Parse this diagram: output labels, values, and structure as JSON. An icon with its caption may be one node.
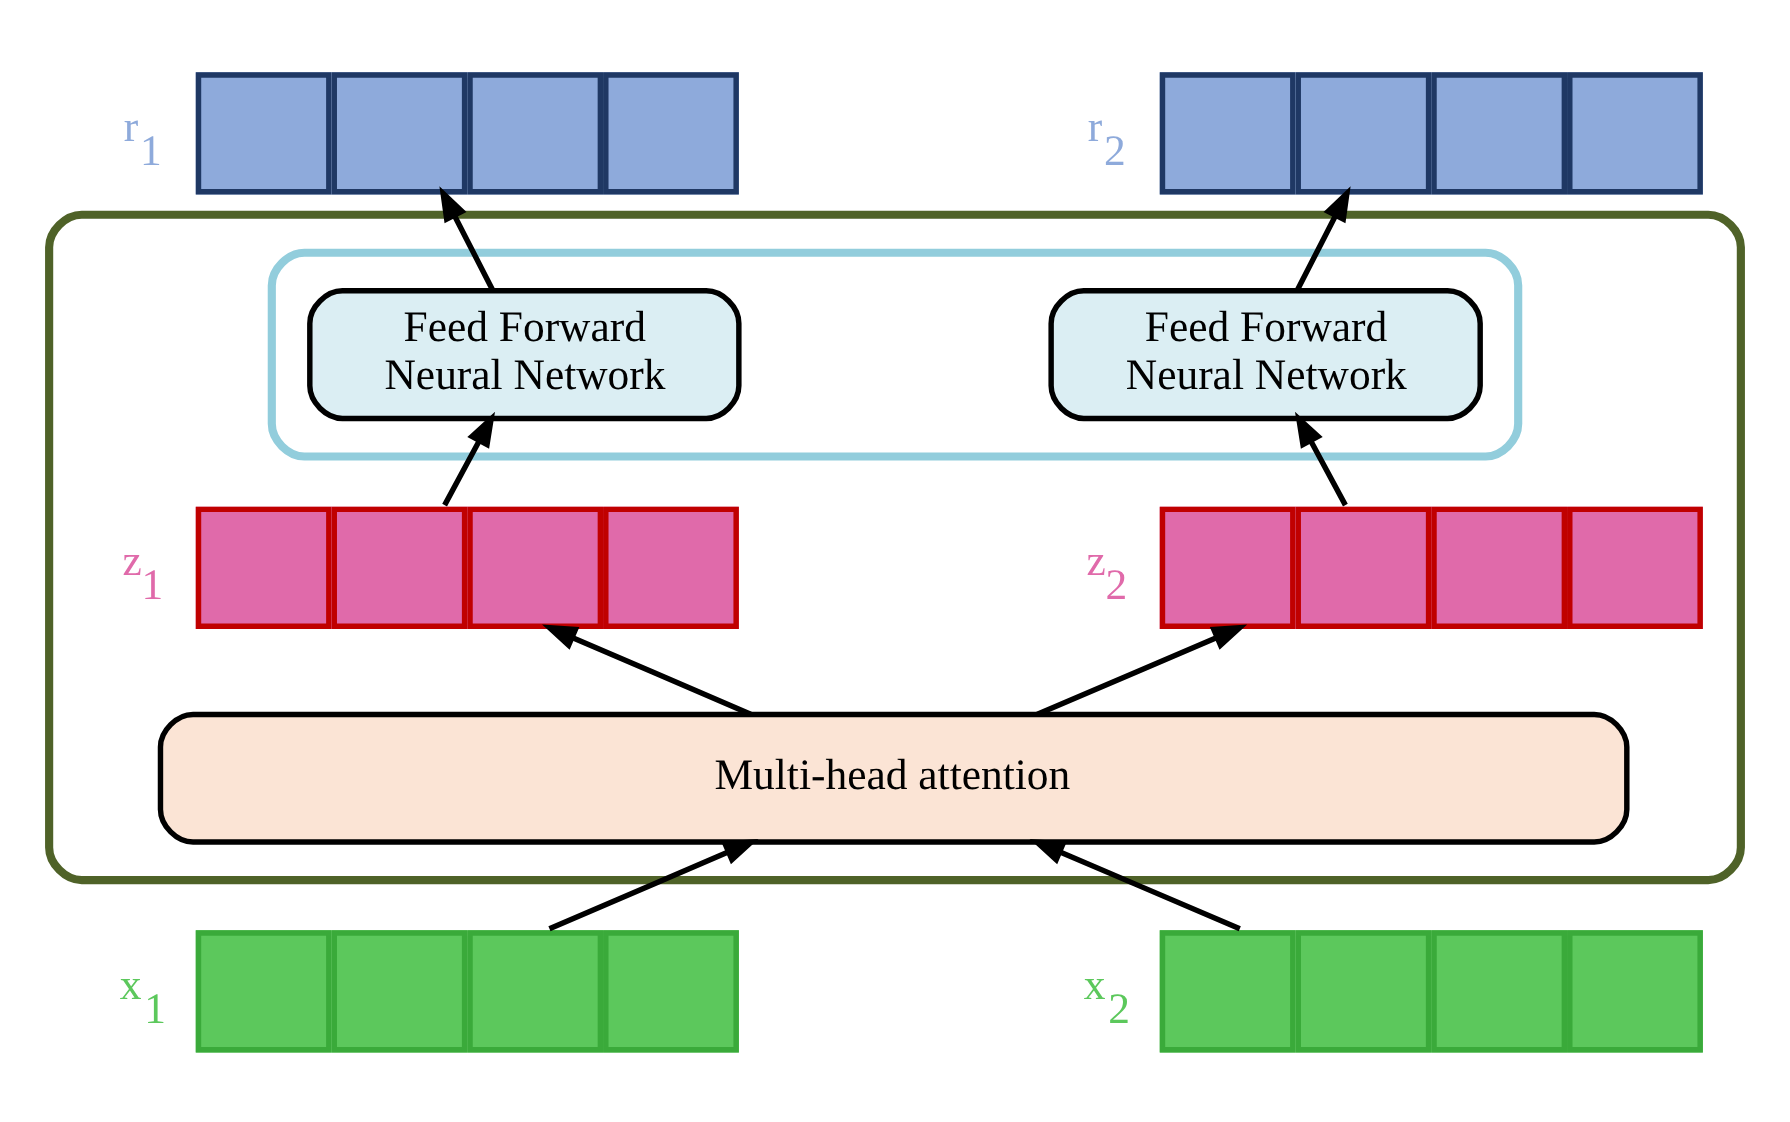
{
  "diagram": {
    "nodes": [
      {
        "text": [],
        "shape": "bar",
        "beside": [
          "r$_{1}$"
        ]
      },
      {
        "text": [],
        "shape": "bar",
        "beside": [
          "r$_{2}$"
        ]
      },
      {
        "text": [],
        "shape": "box"
      },
      {
        "text": [],
        "shape": "box",
        "in": 2
      },
      {
        "text": [
          "Feed Forward Neural Network"
        ],
        "in": 3
      },
      {
        "text": [
          "Feed Forward Neural Network"
        ],
        "in": 3
      },
      {
        "text": [],
        "shape": "bar",
        "beside": [
          "z$_{1}$"
        ],
        "in": 2
      },
      {
        "text": [],
        "shape": "bar",
        "beside": [
          "z$_{2}$"
        ],
        "in": 2
      },
      {
        "text": [
          "Multi-head attention"
        ],
        "in": 2
      },
      {
        "text": [],
        "shape": "bar",
        "beside": [
          "x$_{1}$"
        ]
      },
      {
        "text": [],
        "shape": "bar",
        "beside": [
          "x$_{2}$"
        ]
      }
    ],
    "edges": [
      {
        "from": 9,
        "to": 8,
        "arrow": "to"
      },
      {
        "from": 10,
        "to": 8,
        "arrow": "to"
      },
      {
        "from": 8,
        "to": 6,
        "arrow": "to"
      },
      {
        "from": 8,
        "to": 7,
        "arrow": "to"
      },
      {
        "from": 6,
        "to": 4,
        "arrow": "to"
      },
      {
        "from": 7,
        "to": 5,
        "arrow": "to"
      },
      {
        "from": 4,
        "to": 0,
        "arrow": "to"
      },
      {
        "from": 5,
        "to": 1,
        "arrow": "to"
      }
    ]
  }
}
